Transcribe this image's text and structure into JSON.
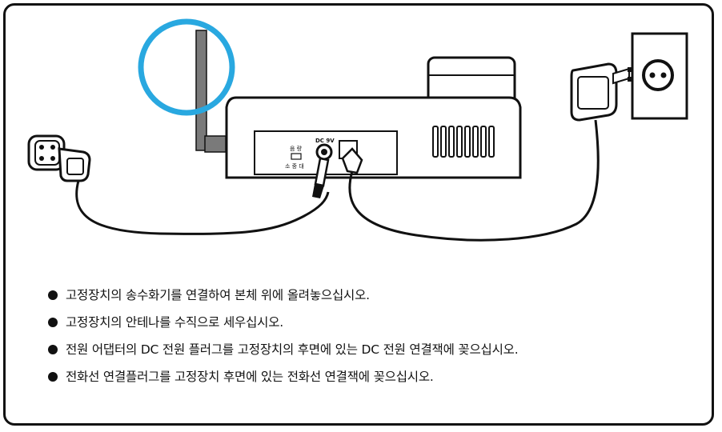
{
  "device_panel": {
    "volume_label": "음 량",
    "level_label": "소 중 대",
    "dc_label": "DC 9V"
  },
  "instructions": [
    "고정장치의 송수화기를 연결하여 본체 위에 올려놓으십시오.",
    "고정장치의 안테나를 수직으로 세우십시오.",
    "전원 어댑터의 DC 전원 플러그를 고정장치의 후면에 있는 DC 전원 연결잭에 꽂으십시오.",
    "전화선 연결플러그를 고정장치 후면에 있는 전화선 연결잭에 꽂으십시오."
  ],
  "colors": {
    "highlight_ring": "#29a8e0",
    "outline": "#111111",
    "antenna": "#7a7a7a"
  }
}
